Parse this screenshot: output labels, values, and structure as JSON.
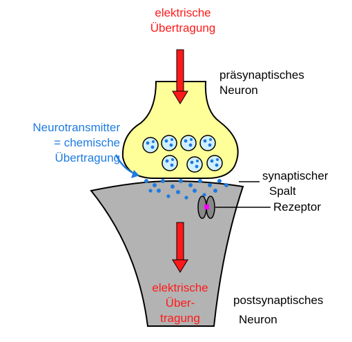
{
  "labels": {
    "top_red": [
      "elektrische",
      "Übertragung"
    ],
    "presynaptic": [
      "präsynaptisches",
      "Neuron"
    ],
    "neurotransmitter": [
      "Neurotransmitter",
      "= chemische",
      "Übertragung"
    ],
    "synaptic_cleft": [
      "synaptischer",
      "Spalt"
    ],
    "receptor": "Rezeptor",
    "bottom_red": [
      "elektrische",
      "Über-",
      "tragung"
    ],
    "postsynaptic": [
      "postsynaptisches",
      "Neuron"
    ]
  },
  "colors": {
    "presynaptic_fill": "#ffff99",
    "postsynaptic_fill": "#b3b3b3",
    "vesicle_fill": "#d0f0ff",
    "transmitter_dot": "#1e7be0",
    "arrow_red": "#ff1a1a",
    "label_blue": "#1e7be0",
    "receptor_pink": "#ff00ff"
  }
}
